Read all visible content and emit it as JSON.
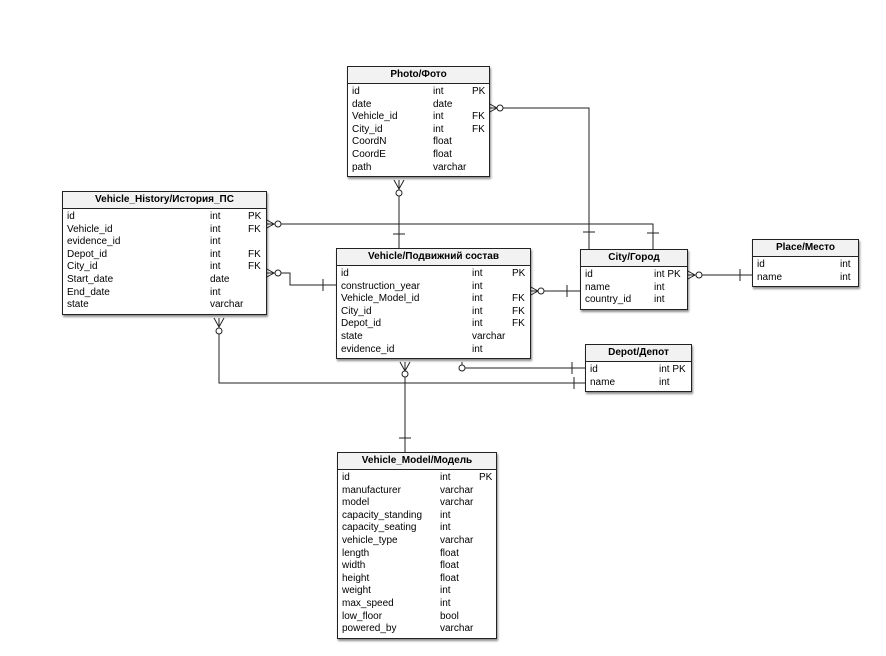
{
  "diagram": {
    "entities": [
      {
        "key": "photo",
        "title": "Photo/Фото",
        "rows": [
          {
            "name": "id",
            "type": "int",
            "key": "PK"
          },
          {
            "name": "date",
            "type": "date",
            "key": ""
          },
          {
            "name": "Vehicle_id",
            "type": "int",
            "key": "FK"
          },
          {
            "name": "City_id",
            "type": "int",
            "key": "FK"
          },
          {
            "name": "CoordN",
            "type": "float",
            "key": ""
          },
          {
            "name": "CoordE",
            "type": "float",
            "key": ""
          },
          {
            "name": "path",
            "type": "varchar",
            "key": ""
          }
        ]
      },
      {
        "key": "vehicle-history",
        "title": "Vehicle_History/История_ПС",
        "rows": [
          {
            "name": "id",
            "type": "int",
            "key": "PK"
          },
          {
            "name": "Vehicle_id",
            "type": "int",
            "key": "FK"
          },
          {
            "name": "evidence_id",
            "type": "int",
            "key": ""
          },
          {
            "name": "Depot_id",
            "type": "int",
            "key": "FK"
          },
          {
            "name": "City_id",
            "type": "int",
            "key": "FK"
          },
          {
            "name": "Start_date",
            "type": "date",
            "key": ""
          },
          {
            "name": "End_date",
            "type": "int",
            "key": ""
          },
          {
            "name": "state",
            "type": "varchar",
            "key": ""
          }
        ]
      },
      {
        "key": "vehicle",
        "title": "Vehicle/Подвижний состав",
        "rows": [
          {
            "name": "id",
            "type": "int",
            "key": "PK"
          },
          {
            "name": "construction_year",
            "type": "int",
            "key": ""
          },
          {
            "name": "Vehicle_Model_id",
            "type": "int",
            "key": "FK"
          },
          {
            "name": "City_id",
            "type": "int",
            "key": "FK"
          },
          {
            "name": "Depot_id",
            "type": "int",
            "key": "FK"
          },
          {
            "name": "state",
            "type": "varchar",
            "key": ""
          },
          {
            "name": "evidence_id",
            "type": "int",
            "key": ""
          }
        ]
      },
      {
        "key": "city",
        "title": "City/Город",
        "rows": [
          {
            "name": "id",
            "type": "int PK",
            "key": ""
          },
          {
            "name": "name",
            "type": "int",
            "key": ""
          },
          {
            "name": "country_id",
            "type": "int",
            "key": ""
          }
        ]
      },
      {
        "key": "place",
        "title": "Place/Место",
        "rows": [
          {
            "name": "id",
            "type": "int",
            "key": ""
          },
          {
            "name": "name",
            "type": "int",
            "key": ""
          }
        ]
      },
      {
        "key": "depot",
        "title": "Depot/Депот",
        "rows": [
          {
            "name": "id",
            "type": "int PK",
            "key": ""
          },
          {
            "name": "name",
            "type": "int",
            "key": ""
          }
        ]
      },
      {
        "key": "vehicle-model",
        "title": "Vehicle_Model/Модель",
        "rows": [
          {
            "name": "id",
            "type": "int",
            "key": "PK"
          },
          {
            "name": "manufacturer",
            "type": "varchar",
            "key": ""
          },
          {
            "name": "model",
            "type": "varchar",
            "key": ""
          },
          {
            "name": "capacity_standing",
            "type": "int",
            "key": ""
          },
          {
            "name": "capacity_seating",
            "type": "int",
            "key": ""
          },
          {
            "name": "vehicle_type",
            "type": "varchar",
            "key": ""
          },
          {
            "name": "length",
            "type": "float",
            "key": ""
          },
          {
            "name": "width",
            "type": "float",
            "key": ""
          },
          {
            "name": "height",
            "type": "float",
            "key": ""
          },
          {
            "name": "weight",
            "type": "int",
            "key": ""
          },
          {
            "name": "max_speed",
            "type": "int",
            "key": ""
          },
          {
            "name": "low_floor",
            "type": "bool",
            "key": ""
          },
          {
            "name": "powered_by",
            "type": "varchar",
            "key": ""
          }
        ]
      }
    ]
  }
}
